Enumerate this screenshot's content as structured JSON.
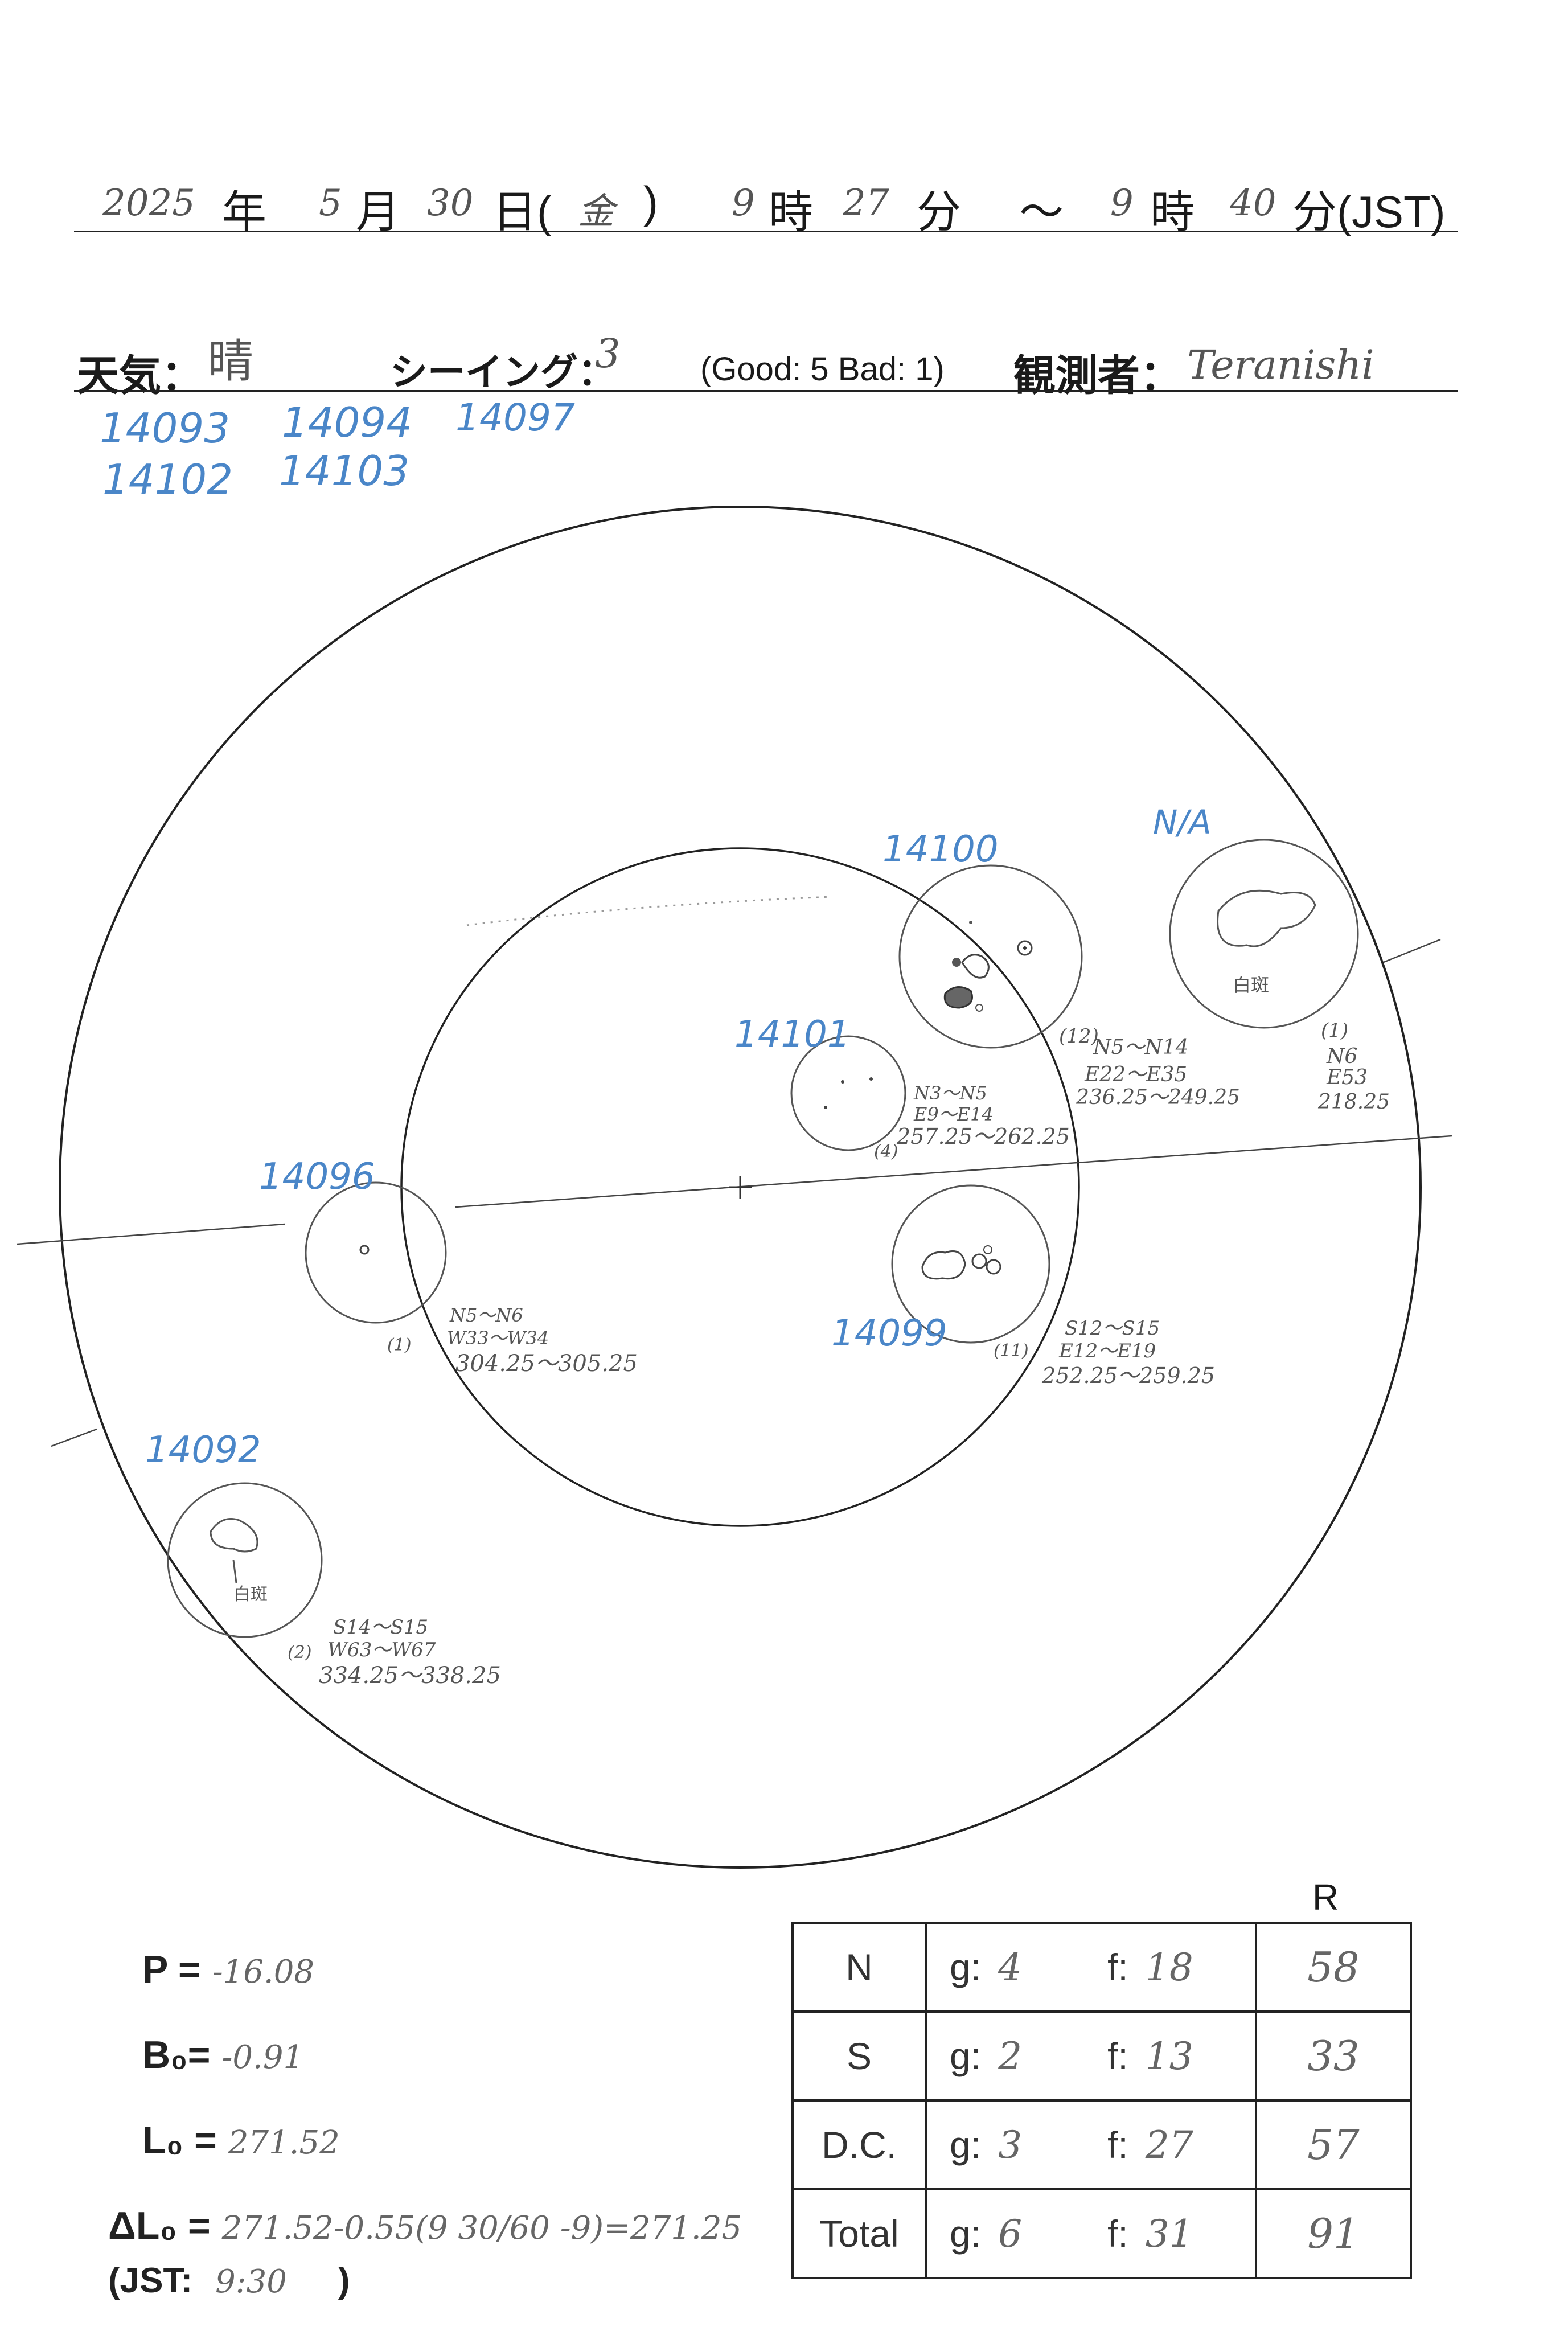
{
  "header": {
    "year": "2025",
    "year_label": "年",
    "month": "5",
    "month_label": "月",
    "day": "30",
    "day_label": "日(",
    "weekday": "金",
    "weekday_close": ")",
    "start_hour": "9",
    "hour_label": "時",
    "start_minute": "27",
    "minute_label": "分",
    "tilde": "～",
    "end_hour": "9",
    "end_hour_label": "時",
    "end_minute": "40",
    "end_minute_label": "分(JST)"
  },
  "conditions": {
    "weather_label": "天気：",
    "weather_value": "晴",
    "seeing_label": "シーイング：",
    "seeing_value": "3",
    "seeing_scale": "(Good: 5  Bad: 1)",
    "observer_label": "観測者：",
    "observer_value": "Teranishi"
  },
  "region_list": [
    "14093",
    "14094",
    "14097",
    "14102",
    "14103"
  ],
  "regions": {
    "r14100": {
      "number": "14100",
      "count": "(12)",
      "lat": "N5～N14",
      "lon": "E22～E35",
      "carr": "236.25～249.25"
    },
    "na": {
      "number": "N/A",
      "tag": "白斑",
      "count": "(1)",
      "lat": "N6",
      "lon": "E53",
      "carr": "218.25"
    },
    "r14101": {
      "number": "14101",
      "count": "(4)",
      "lat": "N3～N5",
      "lon": "E9～E14",
      "carr": "257.25～262.25"
    },
    "r14096": {
      "number": "14096",
      "count": "(1)",
      "lat": "N5～N6",
      "lon": "W33～W34",
      "carr": "304.25～305.25"
    },
    "r14099": {
      "number": "14099",
      "count": "(11)",
      "lat": "S12～S15",
      "lon": "E12～E19",
      "carr": "252.25～259.25"
    },
    "r14092": {
      "number": "14092",
      "tag": "白斑",
      "count": "(2)",
      "lat": "S14～S15",
      "lon": "W63～W67",
      "carr": "334.25～338.25"
    }
  },
  "params": {
    "p_label": "P =",
    "p_value": "-16.08",
    "b_label": "B₀=",
    "b_value": "-0.91",
    "l_label": "L₀ =",
    "l_value": "271.52",
    "dl_label": "ΔL₀ =",
    "dl_value": "271.52-0.55(9 30/60 -9)=271.25",
    "jst_label": "(JST:",
    "jst_value": "9:30",
    "jst_close": ")"
  },
  "counts": {
    "r_header": "R",
    "g_label": "g:",
    "f_label": "f:",
    "rows": [
      {
        "label": "N",
        "g": "4",
        "f": "18",
        "r": "58"
      },
      {
        "label": "S",
        "g": "2",
        "f": "13",
        "r": "33"
      },
      {
        "label": "D.C.",
        "g": "3",
        "f": "27",
        "r": "57"
      },
      {
        "label": "Total",
        "g": "6",
        "f": "31",
        "r": "91"
      }
    ]
  }
}
